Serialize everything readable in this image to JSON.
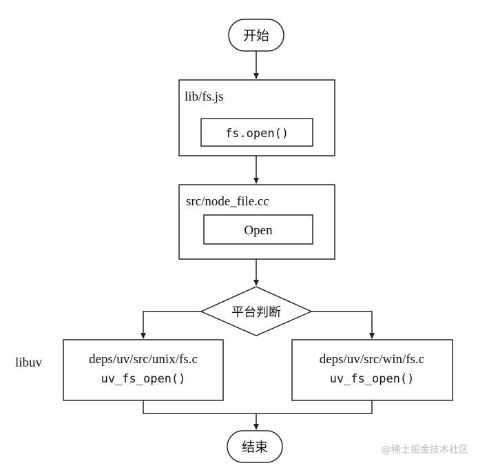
{
  "flowchart": {
    "start_label": "开始",
    "block1": {
      "path": "lib/fs.js",
      "func": "fs.open()"
    },
    "block2": {
      "path": "src/node_file.cc",
      "func": "Open"
    },
    "decision_label": "平台判断",
    "side_label": "libuv",
    "left_branch": {
      "path": "deps/uv/src/unix/fs.c",
      "func": "uv_fs_open()"
    },
    "right_branch": {
      "path": "deps/uv/src/win/fs.c",
      "func": "uv_fs_open()"
    },
    "end_label": "结束"
  },
  "watermark": "@稀土掘金技术社区",
  "colors": {
    "stroke": "#222222",
    "text": "#111111",
    "watermark": "#bbbbbb"
  }
}
